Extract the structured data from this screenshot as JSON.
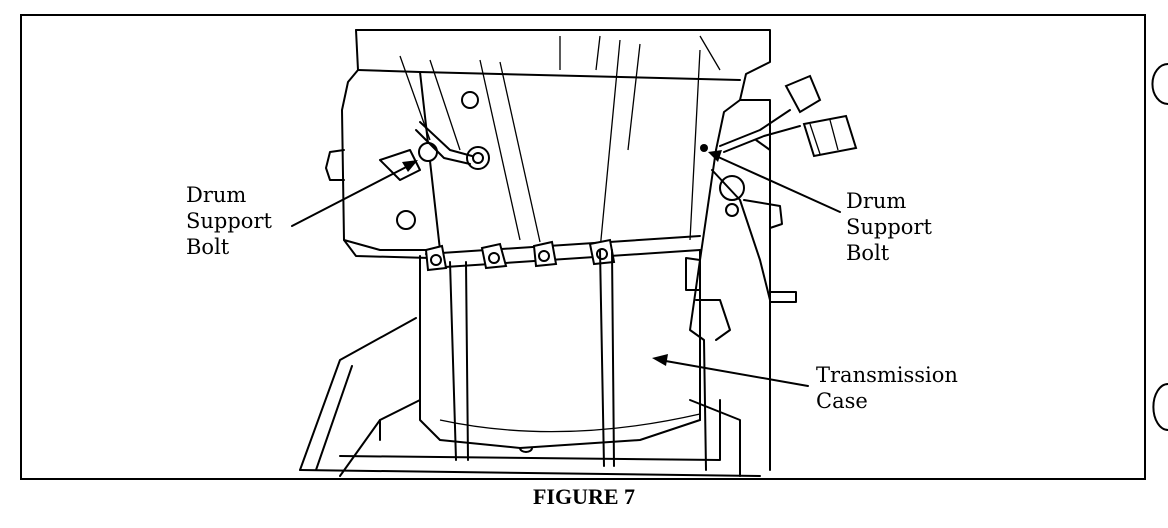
{
  "labels": {
    "drum_support_bolt_left": "Drum\nSupport\nBolt",
    "drum_support_bolt_right": "Drum\nSupport\nBolt",
    "transmission_case": "Transmission\nCase"
  },
  "caption": "FIGURE 7"
}
